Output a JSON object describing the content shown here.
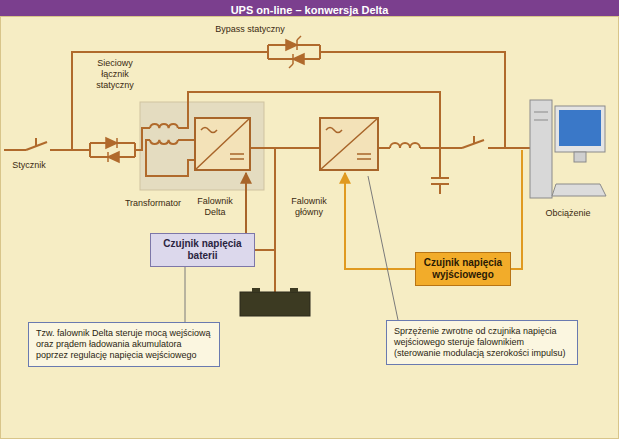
{
  "diagram": {
    "title": "UPS on-line – konwersja Delta",
    "nodes": [
      {
        "text": [
          "Czujnik napięcia baterii"
        ]
      },
      {
        "text": [
          "Czujnik napięcia wyjściowego"
        ]
      },
      {
        "text": [
          "Tzw. falownik Delta steruje mocą wejściową oraz prądem ładowania akumulatora poprzez regulację napięcia wejściowego"
        ]
      },
      {
        "text": [
          "Sprzężenie zwrotne od czujnika napięcia wejściowego steruje falownikiem (sterowanie modulacją szerokości impulsu)"
        ]
      }
    ],
    "edges": [
      {
        "from": 2,
        "to": 0,
        "arrow": "none"
      }
    ],
    "labels": [
      "Bypass statyczny",
      "Sieciowy łącznik statyczny",
      "Stycznik",
      "Transformator",
      "Falownik Delta",
      "Falownik główny",
      "Obciążenie"
    ]
  }
}
